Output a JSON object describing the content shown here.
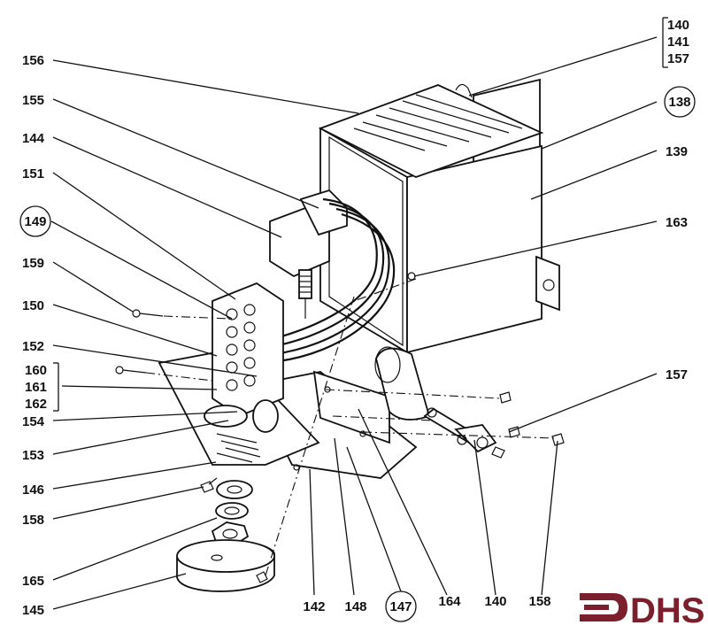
{
  "labels": [
    {
      "id": "140a",
      "text": "140"
    },
    {
      "id": "141",
      "text": "141"
    },
    {
      "id": "157a",
      "text": "157"
    },
    {
      "id": "156",
      "text": "156"
    },
    {
      "id": "138",
      "text": "138",
      "circled": true
    },
    {
      "id": "155",
      "text": "155"
    },
    {
      "id": "139",
      "text": "139"
    },
    {
      "id": "144",
      "text": "144"
    },
    {
      "id": "151",
      "text": "151"
    },
    {
      "id": "163",
      "text": "163"
    },
    {
      "id": "149",
      "text": "149",
      "circled": true
    },
    {
      "id": "159",
      "text": "159"
    },
    {
      "id": "150",
      "text": "150"
    },
    {
      "id": "152",
      "text": "152"
    },
    {
      "id": "160",
      "text": "160"
    },
    {
      "id": "161",
      "text": "161"
    },
    {
      "id": "162",
      "text": "162"
    },
    {
      "id": "157b",
      "text": "157"
    },
    {
      "id": "154",
      "text": "154"
    },
    {
      "id": "153",
      "text": "153"
    },
    {
      "id": "146",
      "text": "146"
    },
    {
      "id": "158a",
      "text": "158"
    },
    {
      "id": "165",
      "text": "165"
    },
    {
      "id": "145",
      "text": "145"
    },
    {
      "id": "142",
      "text": "142"
    },
    {
      "id": "148",
      "text": "148"
    },
    {
      "id": "147",
      "text": "147",
      "circled": true
    },
    {
      "id": "164",
      "text": "164"
    },
    {
      "id": "140b",
      "text": "140"
    },
    {
      "id": "158b",
      "text": "158"
    }
  ],
  "logo": {
    "text": "DHS",
    "color": "#7a1f2b"
  },
  "colors": {
    "line": "#111111",
    "background": "#ffffff"
  }
}
